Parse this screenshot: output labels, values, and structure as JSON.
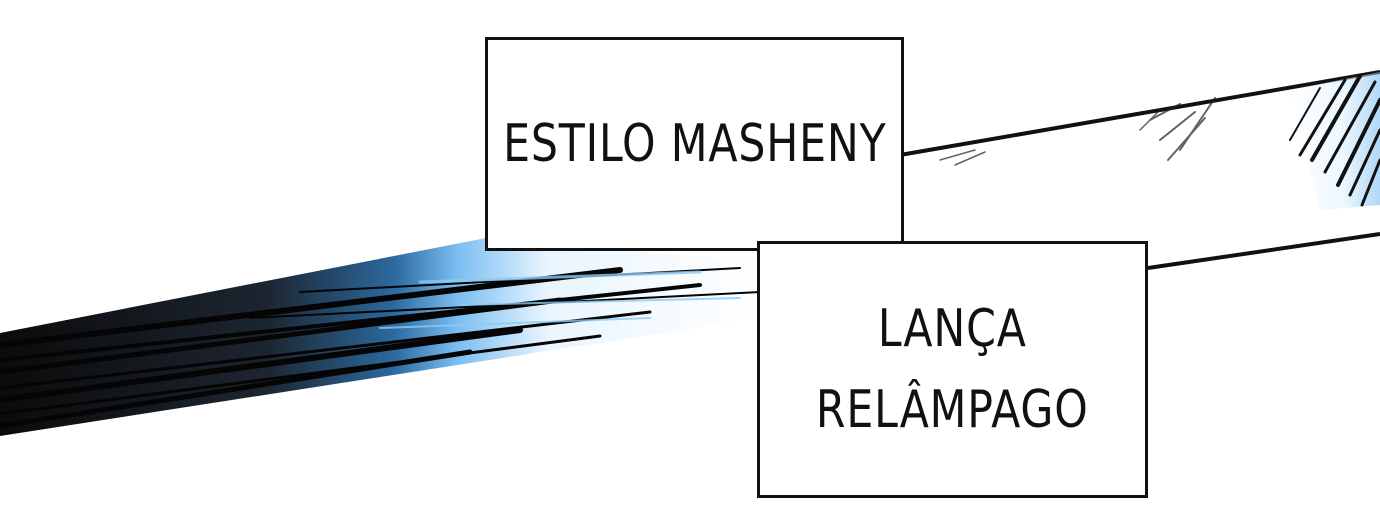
{
  "captions": {
    "first": "ESTILO MASHENY",
    "second": {
      "line1": "LANÇA",
      "line2": "RELÂMPAGO"
    }
  },
  "colors": {
    "ink": "#111111",
    "speed_blue": "#6fb3ea",
    "paper": "#ffffff"
  }
}
